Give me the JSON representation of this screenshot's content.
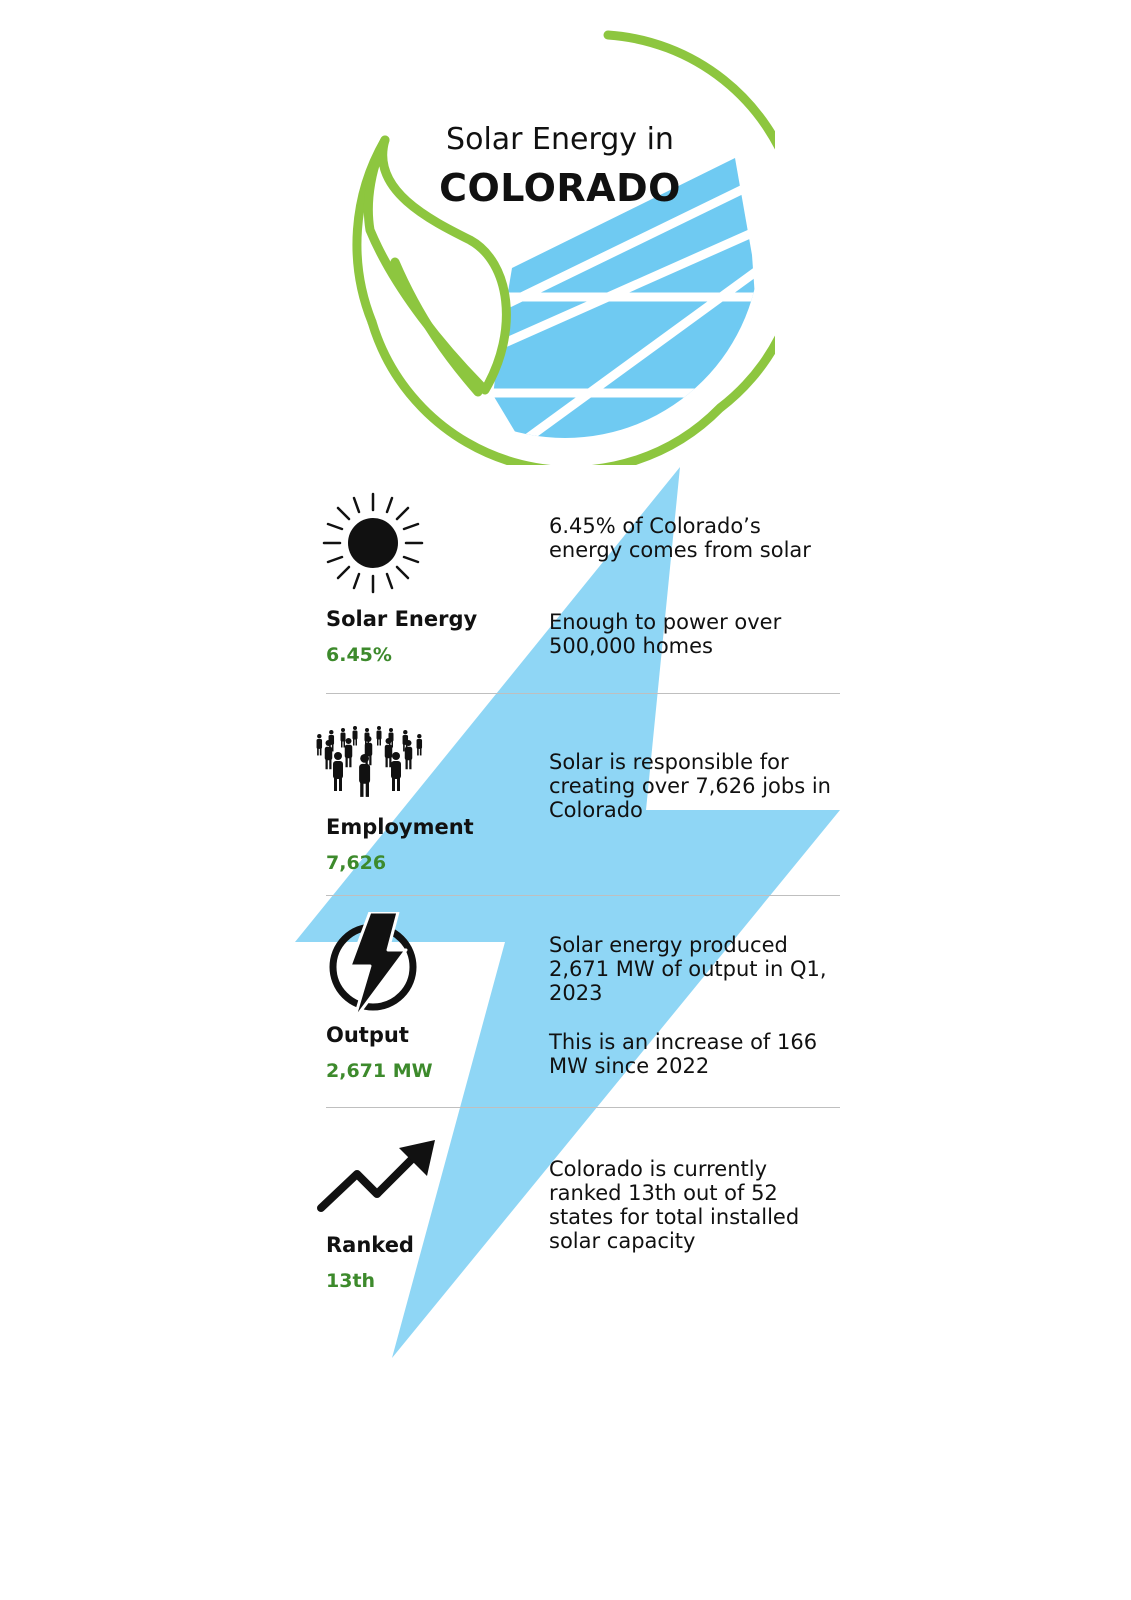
{
  "title": {
    "line1": "Solar Energy in",
    "line2": "COLORADO"
  },
  "colors": {
    "bolt": "#8fd6f5",
    "panel": "#6fcaf2",
    "leaf": "#8dc63f",
    "value": "#3d8a2c",
    "divider": "#bfbfbf"
  },
  "stats": [
    {
      "icon": "sun-icon",
      "label": "Solar Energy",
      "value": "6.45%",
      "desc1": "6.45% of Colorado’s energy comes from solar",
      "desc2": "Enough to power over 500,000 homes"
    },
    {
      "icon": "crowd-icon",
      "label": "Employment",
      "value": "7,626",
      "desc1": "Solar is responsible for creating over 7,626 jobs in Colorado"
    },
    {
      "icon": "lightning-bolt-icon",
      "label": "Output",
      "value": "2,671 MW",
      "desc1": "Solar energy produced 2,671 MW of output in Q1, 2023",
      "desc2": "This is an increase of 166 MW since 2022"
    },
    {
      "icon": "trend-up-arrow-icon",
      "label": "Ranked",
      "value": "13th",
      "desc1": "Colorado is currently ranked 13th out of 52 states for total installed solar capacity"
    }
  ]
}
